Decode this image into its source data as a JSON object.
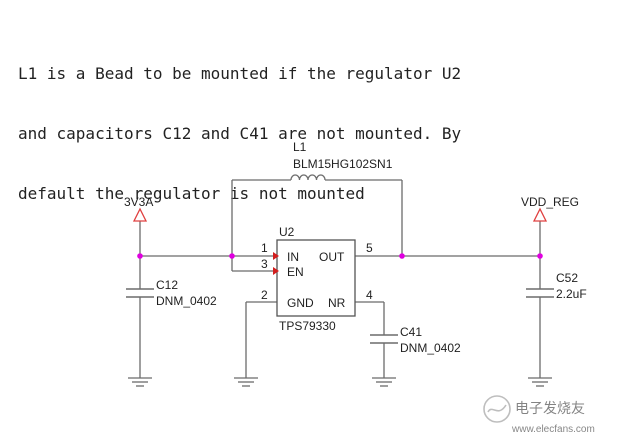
{
  "note": {
    "lines": [
      "L1 is a Bead to be mounted if the regulator U2",
      "and capacitors C12 and C41 are not mounted. By",
      "default the regulator is not mounted"
    ]
  },
  "power_in": {
    "label": "3V3A"
  },
  "power_out": {
    "label": "VDD_REG"
  },
  "bead": {
    "ref": "L1",
    "value": "BLM15HG102SN1"
  },
  "regulator": {
    "ref": "U2",
    "part": "TPS79330",
    "pins": {
      "in": {
        "num": "1",
        "name": "IN"
      },
      "en": {
        "num": "3",
        "name": "EN"
      },
      "gnd": {
        "num": "2",
        "name": "GND"
      },
      "nr": {
        "num": "4",
        "name": "NR"
      },
      "out": {
        "num": "5",
        "name": "OUT"
      }
    }
  },
  "c12": {
    "ref": "C12",
    "value": "DNM_0402"
  },
  "c41": {
    "ref": "C41",
    "value": "DNM_0402"
  },
  "c52": {
    "ref": "C52",
    "value": "2.2uF"
  },
  "watermark": {
    "text": "电子发烧友",
    "url": "www.elecfans.com"
  },
  "colors": {
    "wire": "#6b6b6b",
    "junction": "#e000e0",
    "pin_arrow": "#d21e1e",
    "power_arrow": "#e04040"
  }
}
